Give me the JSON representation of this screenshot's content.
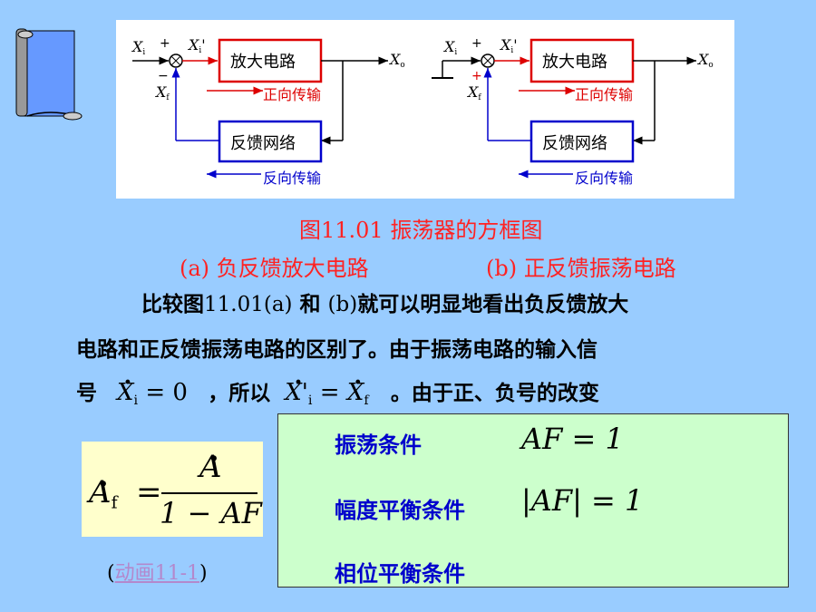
{
  "diagram": {
    "left": {
      "amplifier": "放大电路",
      "feedback": "反馈网络",
      "forward": "正向传输",
      "reverse": "反向传输",
      "xi": "X",
      "sub_i": "i",
      "xf": "X",
      "sub_f": "f",
      "xo": "X",
      "sub_o": "o",
      "plus": "+",
      "minus": "−"
    },
    "right": {
      "amplifier": "放大电路",
      "feedback": "反馈网络",
      "forward": "正向传输",
      "reverse": "反向传输",
      "plus": "+"
    }
  },
  "caption": {
    "title": "图11.01 振荡器的方框图",
    "sub_a": "(a) 负反馈放大电路",
    "sub_b": "(b) 正反馈振荡电路"
  },
  "paragraph": {
    "l1_a": "比较图",
    "l1_num": "11.01(a)",
    "l1_b": "和",
    "l1_c": "(b)",
    "l1_d": "就可以明显地看出负反馈放大",
    "l2": "电路和正反馈振荡电路的区别了。由于振荡电路的输入信",
    "l3_a": "号",
    "l3_eq1": "X",
    "l3_eq1_sub": "i",
    "l3_eq1_rhs": "= 0",
    "l3_b": "，所以",
    "l3_eq2": "X'",
    "l3_eq2_sub": "i",
    "l3_eq2_eq": "=",
    "l3_eq2_rhs": "X",
    "l3_eq2_rhs_sub": "f",
    "l3_c": "。由于正、负号的改变"
  },
  "formula": {
    "lhs": "A",
    "lhs_sub": "f",
    "eq": "=",
    "num": "A",
    "den": "1 − AF"
  },
  "conditions": {
    "c1_label": "振荡条件",
    "c1_eq": "AF = 1",
    "c2_label": "幅度平衡条件",
    "c2_eq": "|AF| = 1",
    "c3_label": "相位平衡条件"
  },
  "animation": {
    "open": "(",
    "link": "动画11-1",
    "close": ")"
  },
  "colors": {
    "background": "#99CCFF",
    "caption": "#FF2222",
    "amplifier_border": "#DD0000",
    "feedback_border": "#0000CC",
    "condition_text": "#0000CC"
  }
}
